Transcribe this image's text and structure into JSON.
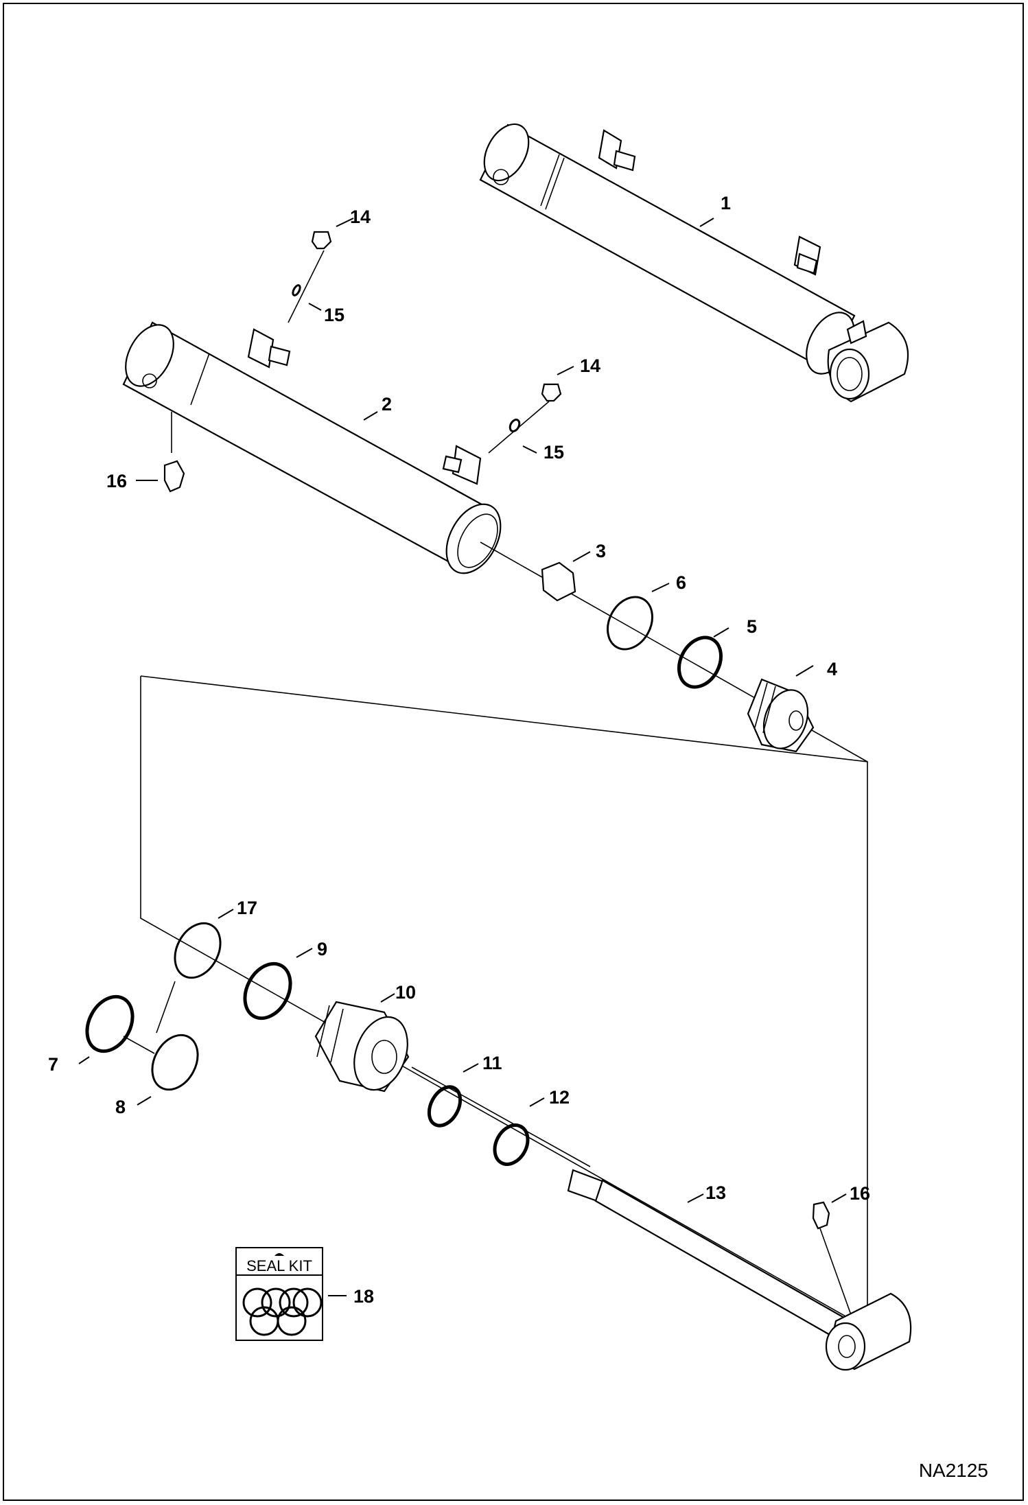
{
  "drawing": {
    "id": "NA2125",
    "seal_kit_label": "SEAL KIT"
  },
  "callouts": {
    "c1": "1",
    "c2": "2",
    "c3": "3",
    "c4": "4",
    "c5": "5",
    "c6": "6",
    "c7": "7",
    "c8": "8",
    "c9": "9",
    "c10": "10",
    "c11": "11",
    "c12": "12",
    "c13": "13",
    "c14a": "14",
    "c14b": "14",
    "c15a": "15",
    "c15b": "15",
    "c16a": "16",
    "c16b": "16",
    "c17": "17",
    "c18": "18"
  }
}
